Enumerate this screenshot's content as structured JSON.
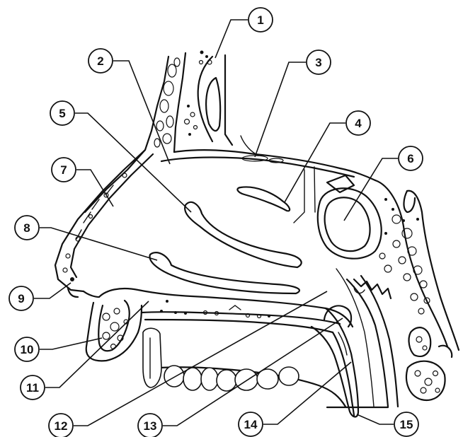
{
  "diagram": {
    "callouts": [
      {
        "id": 1,
        "label": "1"
      },
      {
        "id": 2,
        "label": "2"
      },
      {
        "id": 3,
        "label": "3"
      },
      {
        "id": 4,
        "label": "4"
      },
      {
        "id": 5,
        "label": "5"
      },
      {
        "id": 6,
        "label": "6"
      },
      {
        "id": 7,
        "label": "7"
      },
      {
        "id": 8,
        "label": "8"
      },
      {
        "id": 9,
        "label": "9"
      },
      {
        "id": 10,
        "label": "10"
      },
      {
        "id": 11,
        "label": "11"
      },
      {
        "id": 12,
        "label": "12"
      },
      {
        "id": 13,
        "label": "13"
      },
      {
        "id": 14,
        "label": "14"
      },
      {
        "id": 15,
        "label": "15"
      }
    ],
    "colors": {
      "line": "#111111",
      "background": "#ffffff"
    }
  }
}
